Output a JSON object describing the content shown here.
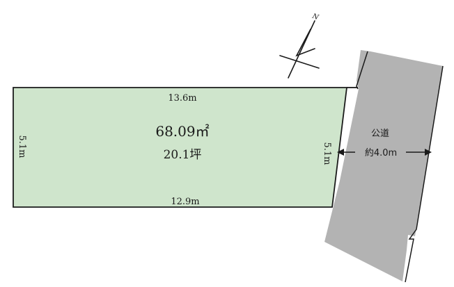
{
  "colors": {
    "lot_fill": "#cfe5cc",
    "road_fill": "#b3b3b3",
    "line": "#1a1a1a"
  },
  "lot": {
    "area": "68.09㎡",
    "tsubo": "20.1坪",
    "top_length": "13.6m",
    "bottom_length": "12.9m",
    "left_depth": "5.1m",
    "right_depth": "5.1m"
  },
  "road": {
    "type": "公道",
    "width": "約4.0m"
  },
  "compass": {
    "north_label": "N",
    "icon": "north-arrow-icon"
  }
}
